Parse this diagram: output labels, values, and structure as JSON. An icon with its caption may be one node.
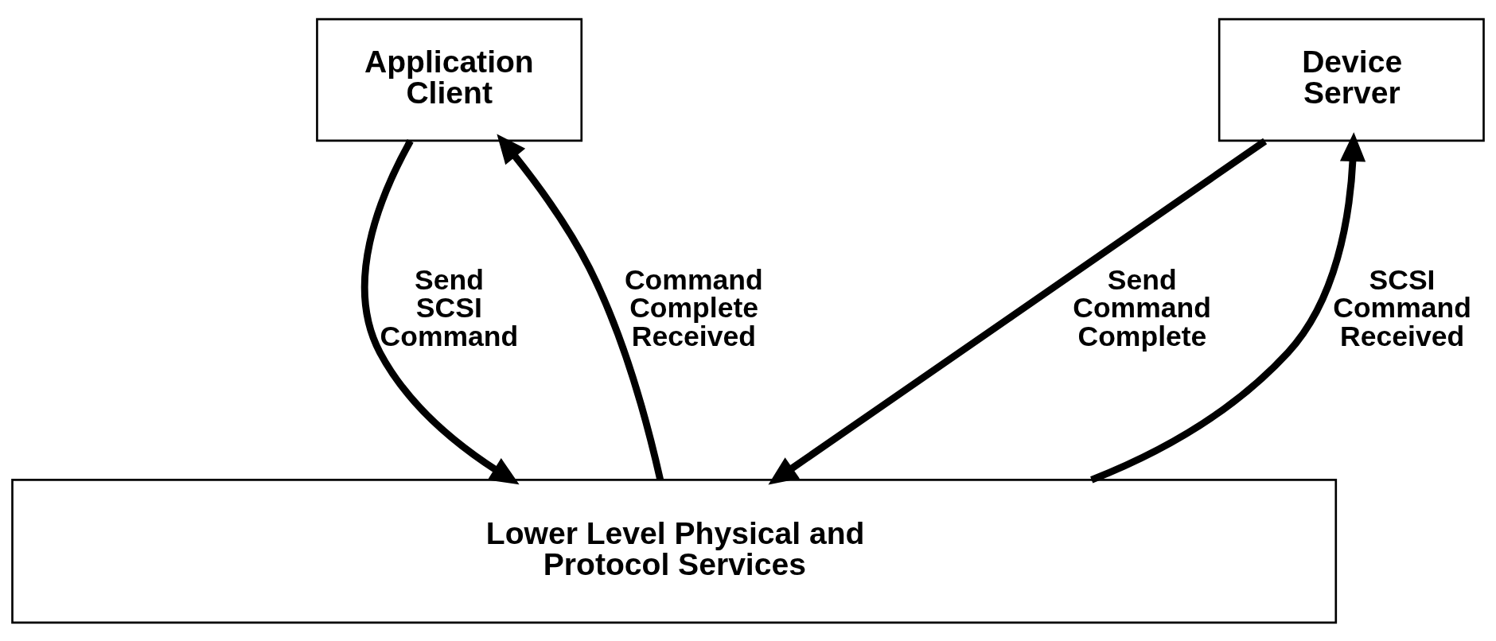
{
  "diagram": {
    "nodes": [
      {
        "text": [
          "Application Client"
        ]
      },
      {
        "text": [
          "Device Server"
        ]
      },
      {
        "text": [
          "Lower Level Physical and Protocol Services"
        ]
      }
    ],
    "edges": [
      {
        "from": 0,
        "to": 2,
        "arrow": "to",
        "label": "Send SCSI Command"
      },
      {
        "from": 2,
        "to": 0,
        "arrow": "to",
        "label": "Command Complete Received"
      },
      {
        "from": 1,
        "to": 2,
        "arrow": "to",
        "label": "Send Command Complete"
      },
      {
        "from": 2,
        "to": 1,
        "arrow": "to",
        "label": "SCSI Command Received"
      }
    ]
  }
}
